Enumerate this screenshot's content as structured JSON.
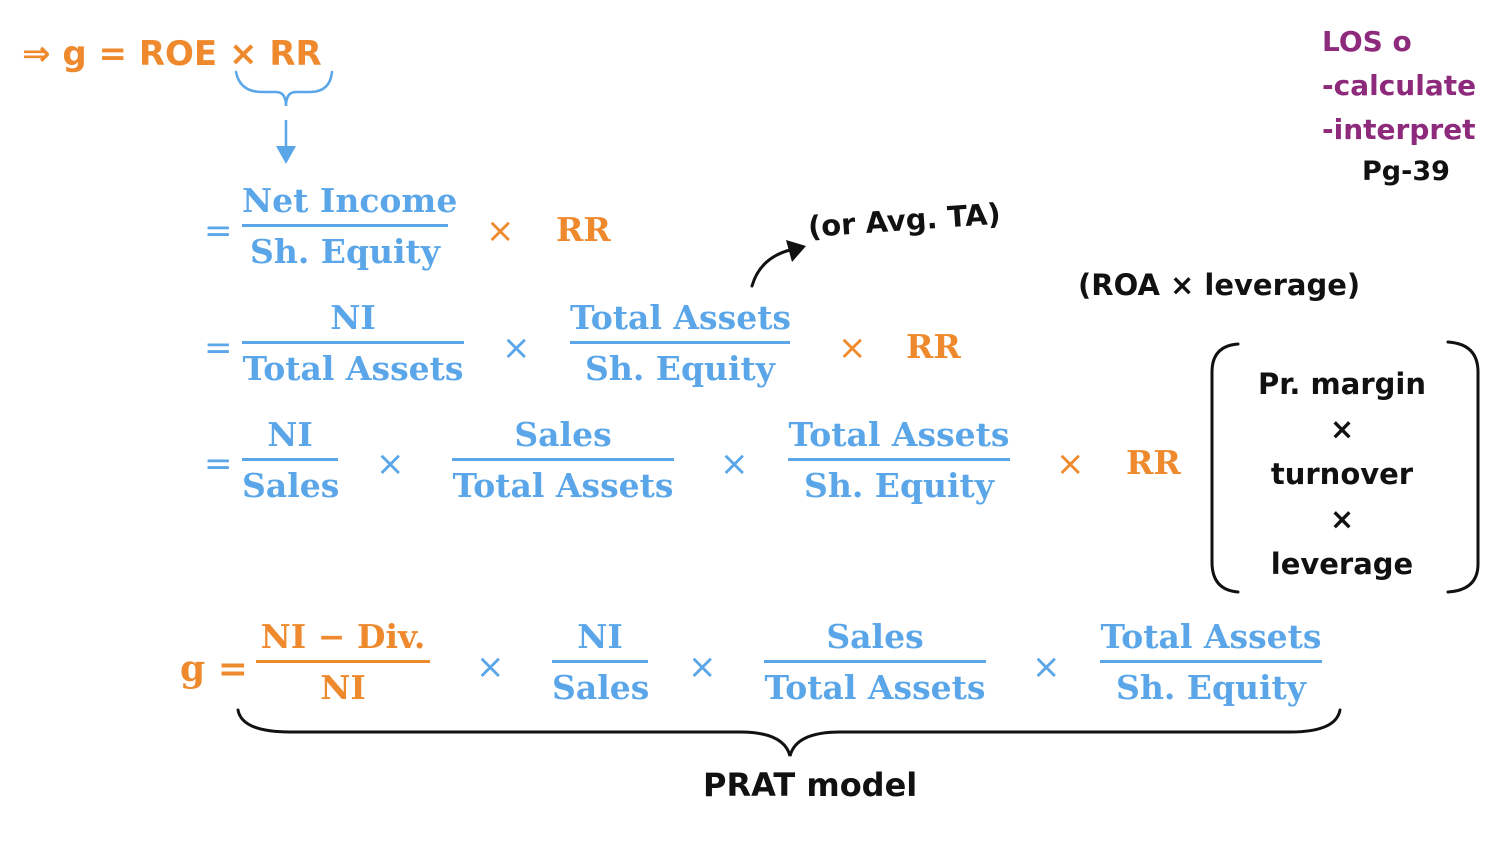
{
  "header": {
    "arrow": "⇒",
    "formula": "g = ROE × RR"
  },
  "los_note": {
    "line1": "LOS o",
    "line2": "-calculate",
    "line3": "-interpret",
    "page": "Pg-39"
  },
  "line1": {
    "equals": "=",
    "frac1": {
      "num": "Net Income",
      "den": "Sh.  Equity"
    },
    "times": "×",
    "rr": "RR"
  },
  "annotation_avg": "(or Avg. TA)",
  "annotation_roa": "(ROA × leverage)",
  "line2": {
    "equals": "=",
    "frac1": {
      "num": "NI",
      "den": "Total Assets"
    },
    "times1": "×",
    "frac2": {
      "num": "Total Assets",
      "den": "Sh. Equity"
    },
    "times2": "×",
    "rr": "RR"
  },
  "line3": {
    "equals": "=",
    "frac1": {
      "num": "NI",
      "den": "Sales"
    },
    "times1": "×",
    "frac2": {
      "num": "Sales",
      "den": "Total Assets"
    },
    "times2": "×",
    "frac3": {
      "num": "Total Assets",
      "den": "Sh. Equity"
    },
    "times3": "×",
    "rr": "RR"
  },
  "dupont_box": {
    "item1": "Pr. margin",
    "times1": "×",
    "item2": "turnover",
    "times2": "×",
    "item3": "leverage"
  },
  "prat": {
    "lhs": "g =",
    "frac1": {
      "num": "NI  −  Div.",
      "den": "NI"
    },
    "times1": "×",
    "frac2": {
      "num": "NI",
      "den": "Sales"
    },
    "times2": "×",
    "frac3": {
      "num": "Sales",
      "den": "Total Assets"
    },
    "times3": "×",
    "frac4": {
      "num": "Total Assets",
      "den": "Sh. Equity"
    },
    "label": "PRAT model"
  },
  "colors": {
    "orange": "#ee8a2d",
    "blue": "#5aa6e8",
    "purple": "#8e2a7c",
    "black": "#111111"
  }
}
